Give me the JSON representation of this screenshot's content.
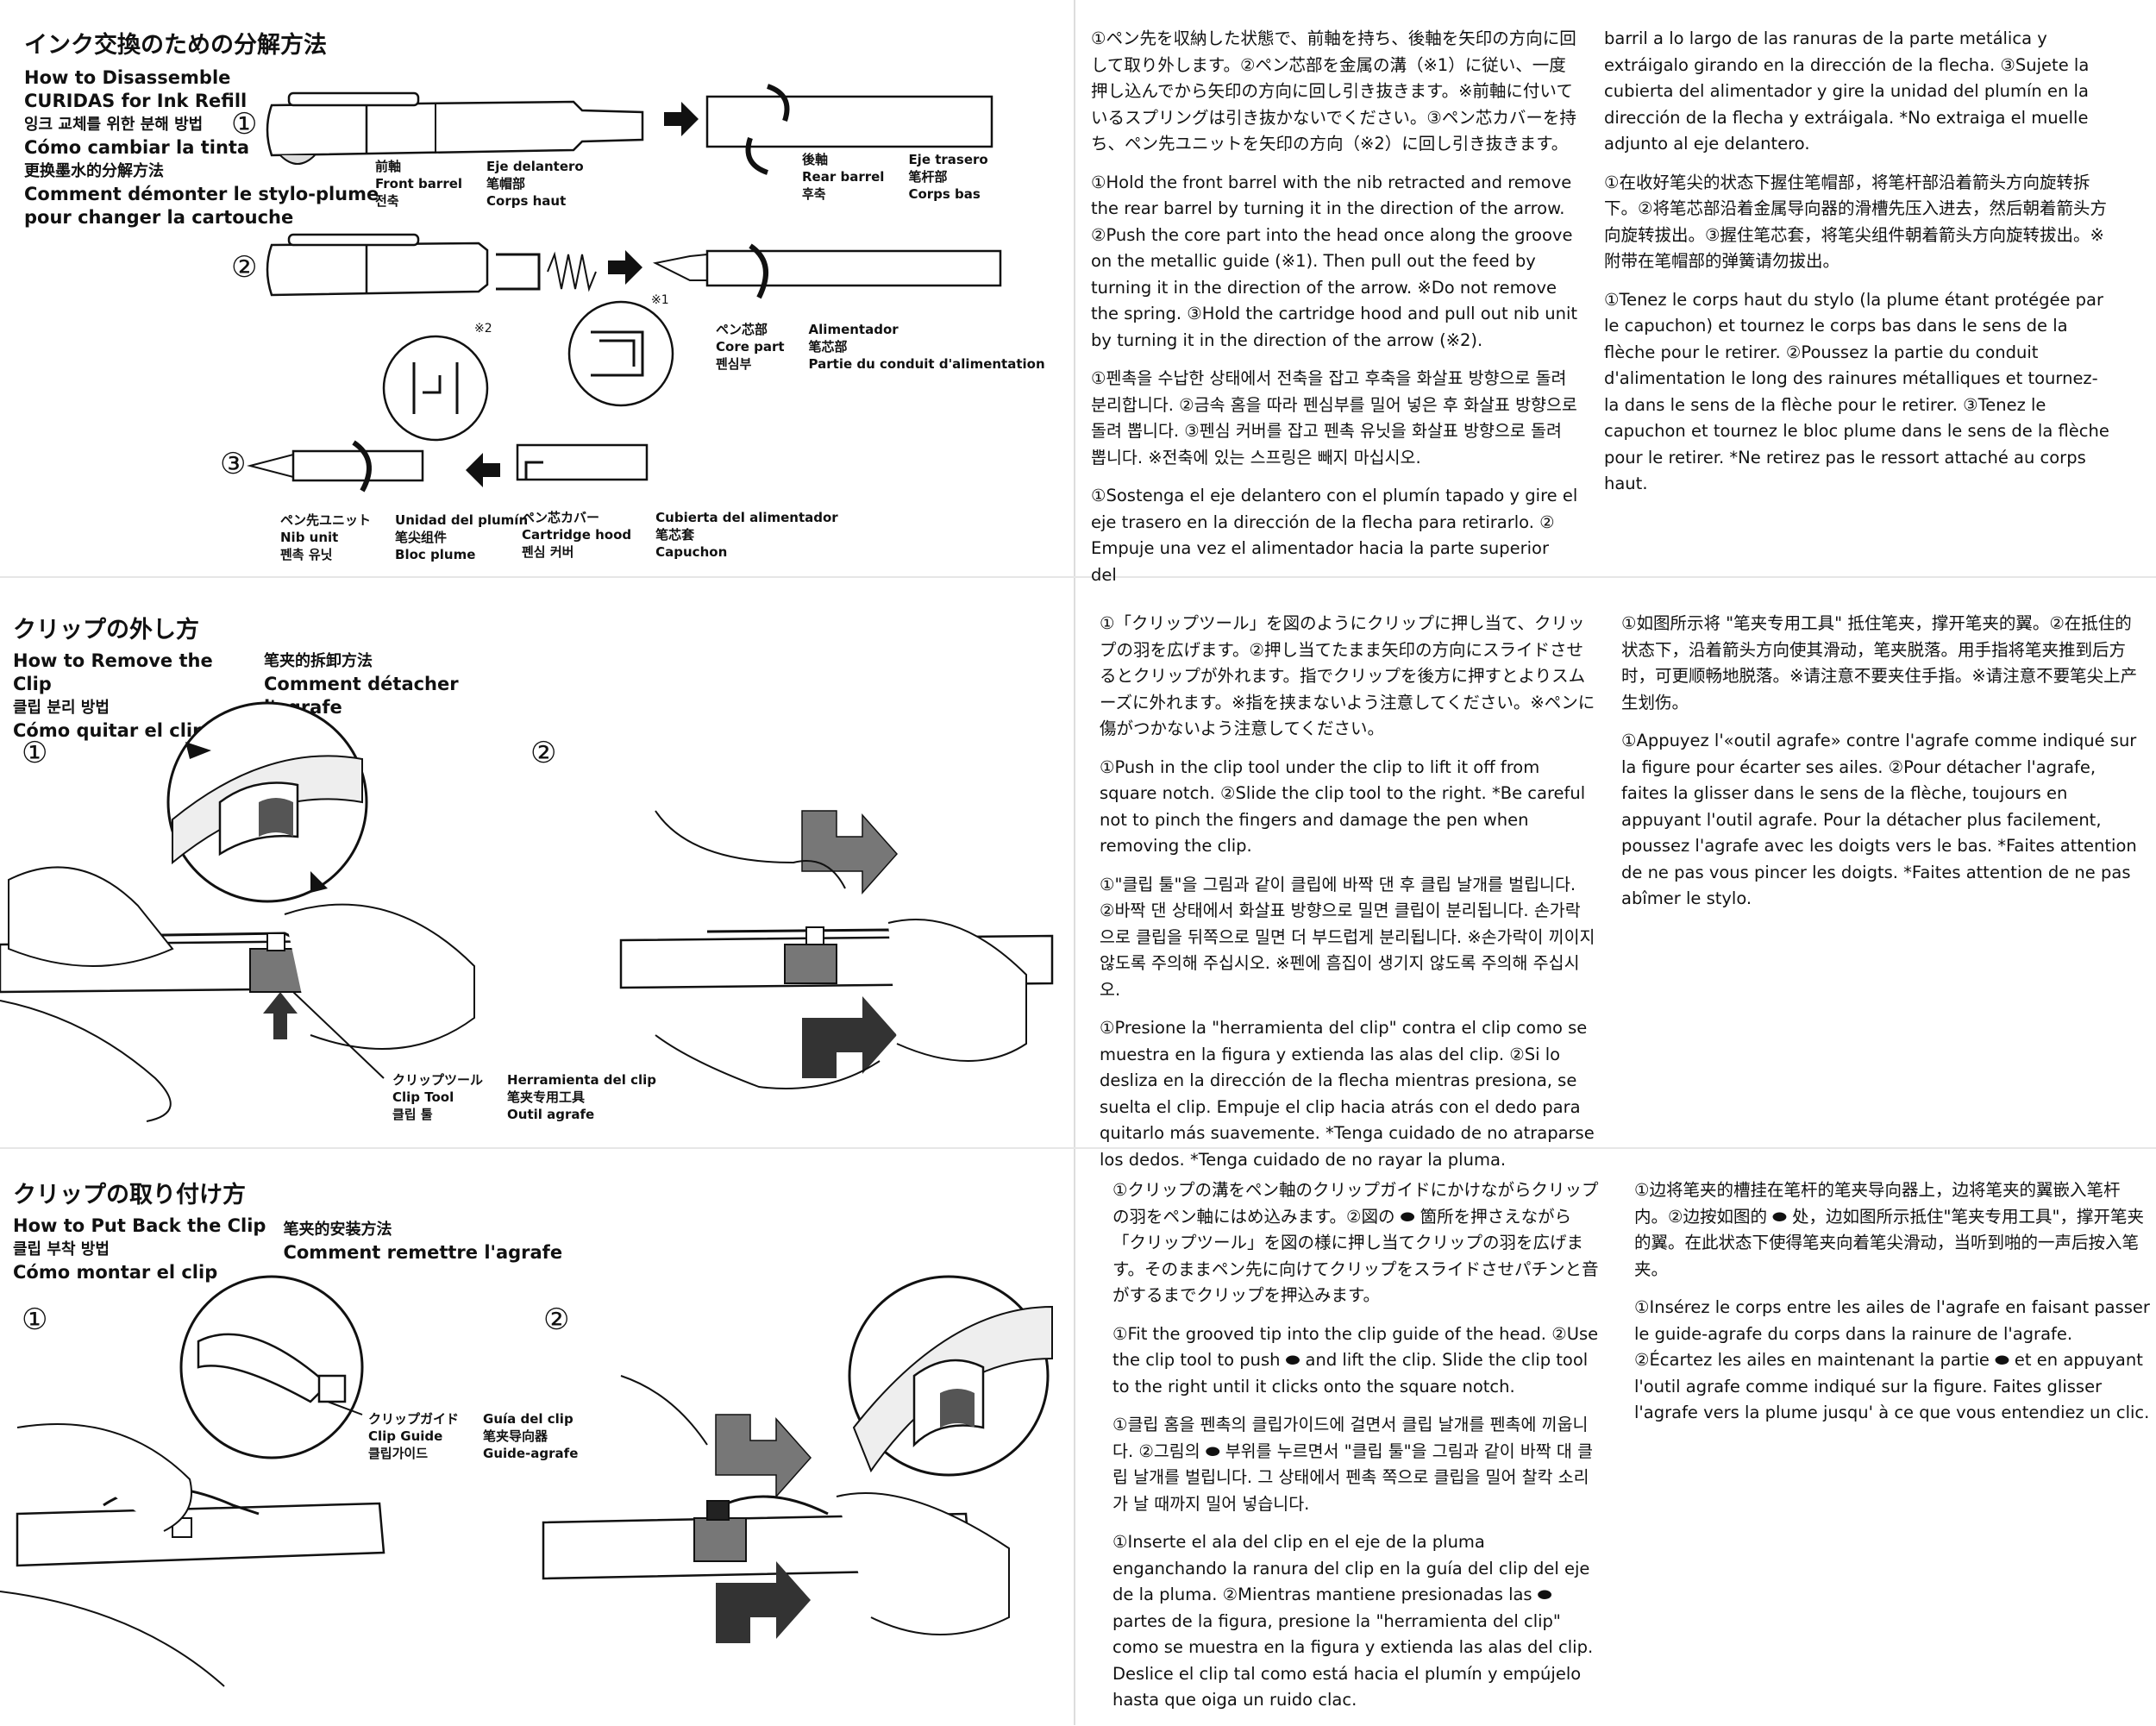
{
  "section1": {
    "title_ja": "インク交換のための分解方法",
    "title_lines": [
      "How to Disassemble",
      "CURIDAS for Ink Refill",
      "잉크 교체를 위한 분해 방법",
      "Cómo cambiar la tinta",
      "更换墨水的分解方法",
      "Comment démonter le stylo-plume",
      "pour changer la cartouche"
    ],
    "step_numbers": [
      "①",
      "②",
      "③"
    ],
    "labels": {
      "front_barrel": [
        "前軸",
        "Front barrel",
        "전축"
      ],
      "front_barrel_2": [
        "Eje delantero",
        "笔帽部",
        "Corps haut"
      ],
      "rear_barrel": [
        "後軸",
        "Rear barrel",
        "후축"
      ],
      "rear_barrel_2": [
        "Eje trasero",
        "笔杆部",
        "Corps bas"
      ],
      "core_part": [
        "ペン芯部",
        "Core part",
        "펜심부"
      ],
      "core_part_2": [
        "Alimentador",
        "笔芯部",
        "Partie du conduit d'alimentation"
      ],
      "nib_unit": [
        "ペン先ユニット",
        "Nib unit",
        "펜촉 유닛"
      ],
      "nib_unit_2": [
        "Unidad del plumín",
        "笔尖组件",
        "Bloc plume"
      ],
      "cartridge_hood": [
        "ペン芯カバー",
        "Cartridge hood",
        "펜심 커버"
      ],
      "cartridge_hood_2": [
        "Cubierta del alimentador",
        "笔芯套",
        "Capuchon"
      ],
      "note1": "※1",
      "note2": "※2"
    },
    "text_col1": [
      "①ペン先を収納した状態で、前軸を持ち、後軸を矢印の方向に回して取り外します。②ペン芯部を金属の溝（※1）に従い、一度押し込んでから矢印の方向に回し引き抜きます。※前軸に付いているスプリングは引き抜かないでください。③ペン芯カバーを持ち、ペン先ユニットを矢印の方向（※2）に回し引き抜きます。",
      "①Hold the front barrel with the nib retracted and remove the rear barrel by turning it in the direction of the arrow. ②Push the core part into the head once along the groove on the metallic guide (※1). Then pull out the feed by turning it in the direction of the arrow. ※Do not remove the spring. ③Hold the cartridge hood and pull out nib unit by turning it in the direction of the arrow (※2).",
      "①펜촉을 수납한 상태에서 전축을 잡고 후축을 화살표 방향으로 돌려 분리합니다. ②금속 홈을 따라 펜심부를 밀어 넣은 후 화살표 방향으로 돌려 뽑니다. ③펜심 커버를 잡고 펜촉 유닛을 화살표 방향으로 돌려 뽑니다. ※전축에 있는 스프링은 빼지 마십시오.",
      "①Sostenga el eje delantero con el plumín tapado y gire el eje trasero en la dirección de la flecha para retirarlo. ② Empuje una vez el alimentador hacia la parte superior del"
    ],
    "text_col2": [
      "barril a lo largo de las ranuras de la parte metálica y extráigalo girando en la dirección de la flecha. ③Sujete la cubierta del alimentador y gire la unidad del plumín en la dirección de la flecha y extráigala. *No extraiga el muelle adjunto al eje delantero.",
      "①在收好笔尖的状态下握住笔帽部，将笔杆部沿着箭头方向旋转拆下。②将笔芯部沿着金属导向器的滑槽先压入进去，然后朝着箭头方向旋转拔出。③握住笔芯套，将笔尖组件朝着箭头方向旋转拔出。※附带在笔帽部的弹簧请勿拔出。",
      "①Tenez le corps haut du stylo (la plume étant protégée par le capuchon) et tournez le corps bas dans le sens de la flèche pour le retirer. ②Poussez la partie du conduit d'alimentation le long des rainures métalliques et tournez-la dans le sens de la flèche pour le retirer. ③Tenez le capuchon et tournez le bloc plume dans le sens de la flèche pour le retirer. *Ne retirez pas le ressort attaché au corps haut."
    ]
  },
  "section2": {
    "title_ja": "クリップの外し方",
    "title_en": "How to Remove the Clip",
    "title_ko": "클립 분리 방법",
    "title_es": "Cómo quitar el clip",
    "title_zh": "笔夹的拆卸方法",
    "title_fr": "Comment détacher l'agrafe",
    "step_numbers": [
      "①",
      "②"
    ],
    "clip_tool_label": [
      "クリップツール",
      "Clip Tool",
      "클립 툴"
    ],
    "clip_tool_label_2": [
      "Herramienta del clip",
      "笔夹专用工具",
      "Outil agrafe"
    ],
    "text_col1": [
      "①「クリップツール」を図のようにクリップに押し当て、クリップの羽を広げます。②押し当てたまま矢印の方向にスライドさせるとクリップが外れます。指でクリップを後方に押すとよりスムーズに外れます。※指を挟まないよう注意してください。※ペンに傷がつかないよう注意してください。",
      "①Push in the clip tool under the clip to lift it off from square notch. ②Slide the clip tool to the right. *Be careful not to pinch the fingers and damage the pen when removing the clip.",
      "①\"클립 툴\"을 그림과 같이 클립에 바짝 댄 후 클립 날개를 벌립니다. ②바짝 댄 상태에서 화살표 방향으로 밀면 클립이 분리됩니다. 손가락으로 클립을 뒤쪽으로 밀면 더 부드럽게 분리됩니다. ※손가락이 끼이지 않도록 주의해 주십시오. ※펜에 흠집이 생기지 않도록 주의해 주십시오.",
      "①Presione la \"herramienta del clip\" contra el clip como se muestra en la figura y extienda las alas del clip. ②Si lo desliza en la dirección de la flecha mientras presiona, se suelta el clip. Empuje el clip hacia atrás con el dedo para quitarlo más suavemente. *Tenga cuidado de no atraparse los dedos. *Tenga cuidado de no rayar la pluma."
    ],
    "text_col2": [
      "①如图所示将 \"笔夹专用工具\" 抵住笔夹，撑开笔夹的翼。②在抵住的状态下，沿着箭头方向使其滑动，笔夹脱落。用手指将笔夹推到后方时，可更顺畅地脱落。※请注意不要夹住手指。※请注意不要笔尖上产生划伤。",
      "①Appuyez l'«outil agrafe» contre l'agrafe comme indiqué sur la figure pour écarter ses ailes. ②Pour détacher l'agrafe, faites la glisser dans le sens de la flèche, toujours en appuyant l'outil agrafe. Pour la détacher plus facilement, poussez l'agrafe avec les doigts vers le bas. *Faites attention de ne pas vous pincer les doigts. *Faites attention de ne pas abîmer le stylo."
    ]
  },
  "section3": {
    "title_ja": "クリップの取り付け方",
    "title_en": "How to Put Back the Clip",
    "title_ko": "클립 부착 방법",
    "title_es": "Cómo montar el clip",
    "title_zh": "笔夹的安装方法",
    "title_fr": "Comment remettre l'agrafe",
    "step_numbers": [
      "①",
      "②"
    ],
    "clip_guide_label": [
      "クリップガイド",
      "Clip Guide",
      "클립가이드"
    ],
    "clip_guide_label_2": [
      "Guía del clip",
      "笔夹导向器",
      "Guide-agrafe"
    ],
    "text_col1": [
      "①クリップの溝をペン軸のクリップガイドにかけながらクリップの羽をペン軸にはめ込みます。②図の ⬬ 箇所を押さえながら「クリップツール」を図の様に押し当てクリップの羽を広げます。そのままペン先に向けてクリップをスライドさせパチンと音がするまでクリップを押込みます。",
      "①Fit the grooved tip into the clip guide of the head. ②Use the clip tool to push ⬬ and lift the clip. Slide the clip tool to the right until it clicks onto the square notch.",
      "①클립 홈을 펜촉의 클립가이드에 걸면서 클립 날개를 펜촉에 끼웁니다. ②그림의 ⬬ 부위를 누르면서 \"클립 툴\"을 그림과 같이 바짝 대 클립 날개를 벌립니다. 그 상태에서 펜촉 쪽으로 클립을 밀어 찰칵 소리가 날 때까지 밀어 넣습니다.",
      "①Inserte el ala del clip en el eje de la pluma enganchando la ranura del clip en la guía del clip del eje de la pluma. ②Mientras mantiene presionadas las ⬬ partes de la figura, presione la \"herramienta del clip\" como se muestra en la figura y extienda las alas del clip. Deslice el clip tal como está hacia el plumín y empújelo hasta que oiga un ruido clac."
    ],
    "text_col2": [
      "①边将笔夹的槽挂在笔杆的笔夹导向器上，边将笔夹的翼嵌入笔杆内。②边按如图的 ⬬ 处，边如图所示抵住\"笔夹专用工具\"，撑开笔夹的翼。在此状态下使得笔夹向着笔尖滑动，当听到啪的一声后按入笔夹。",
      "①Insérez le corps entre les ailes de l'agrafe en faisant passer le guide-agrafe du corps dans la rainure de l'agrafe. ②Écartez les ailes en maintenant la partie ⬬ et en appuyant l'outil agrafe comme indiqué sur la figure. Faites glisser l'agrafe vers la plume jusqu' à ce que vous entendiez un clic."
    ]
  }
}
